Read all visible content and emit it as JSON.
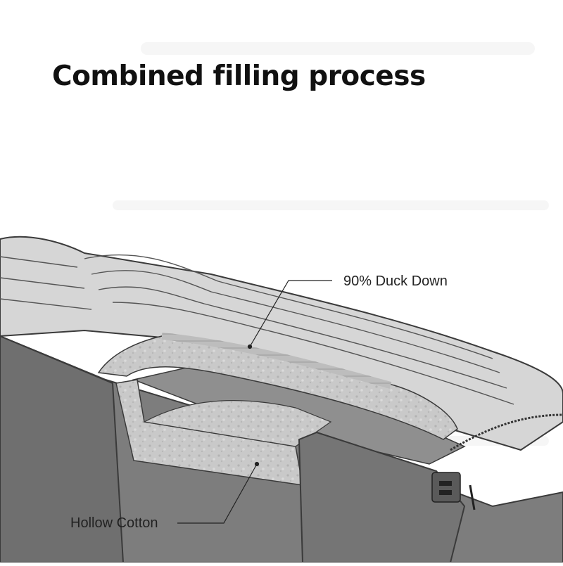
{
  "title": "Combined filling process",
  "callouts": {
    "duck_down": "90% Duck Down",
    "hollow_cotton": "Hollow Cotton"
  },
  "colors": {
    "shell_light": "#d8d8d8",
    "shell_mid": "#a9a9a9",
    "shell_dark": "#6e6e6e",
    "lining": "#8c8c8c",
    "filling": "#c9c9c9",
    "outline": "#3a3a3a",
    "text": "#111111"
  }
}
